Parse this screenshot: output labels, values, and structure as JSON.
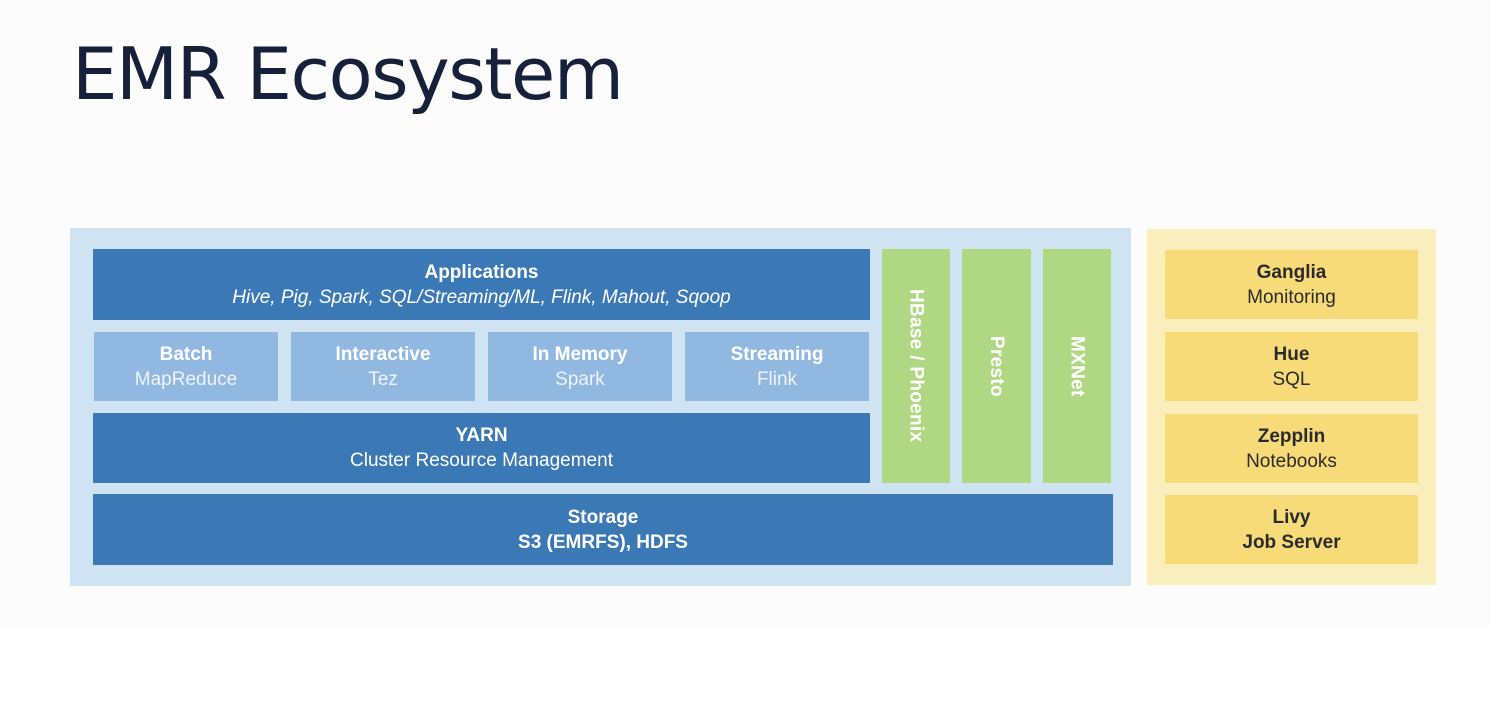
{
  "title": "EMR Ecosystem",
  "colors": {
    "dark_blue": "#3a79b5",
    "light_blue": "#90b8e0",
    "panel_blue": "#cfe3f3",
    "green": "#b0d883",
    "yellow": "#f7db78",
    "panel_yellow": "#fbeebd"
  },
  "applications": {
    "title": "Applications",
    "subtitle": "Hive, Pig, Spark, SQL/Streaming/ML, Flink, Mahout, Sqoop"
  },
  "engines": [
    {
      "title": "Batch",
      "subtitle": "MapReduce"
    },
    {
      "title": "Interactive",
      "subtitle": "Tez"
    },
    {
      "title": "In Memory",
      "subtitle": "Spark"
    },
    {
      "title": "Streaming",
      "subtitle": "Flink"
    }
  ],
  "yarn": {
    "title": "YARN",
    "subtitle": "Cluster Resource Management"
  },
  "storage": {
    "title": "Storage",
    "subtitle": "S3 (EMRFS), HDFS"
  },
  "side_apps": [
    "HBase / Phoenix",
    "Presto",
    "MXNet"
  ],
  "tools": [
    {
      "title": "Ganglia",
      "subtitle": "Monitoring"
    },
    {
      "title": "Hue",
      "subtitle": "SQL"
    },
    {
      "title": "Zepplin",
      "subtitle": "Notebooks"
    },
    {
      "title": "Livy",
      "subtitle": "Job Server"
    }
  ]
}
